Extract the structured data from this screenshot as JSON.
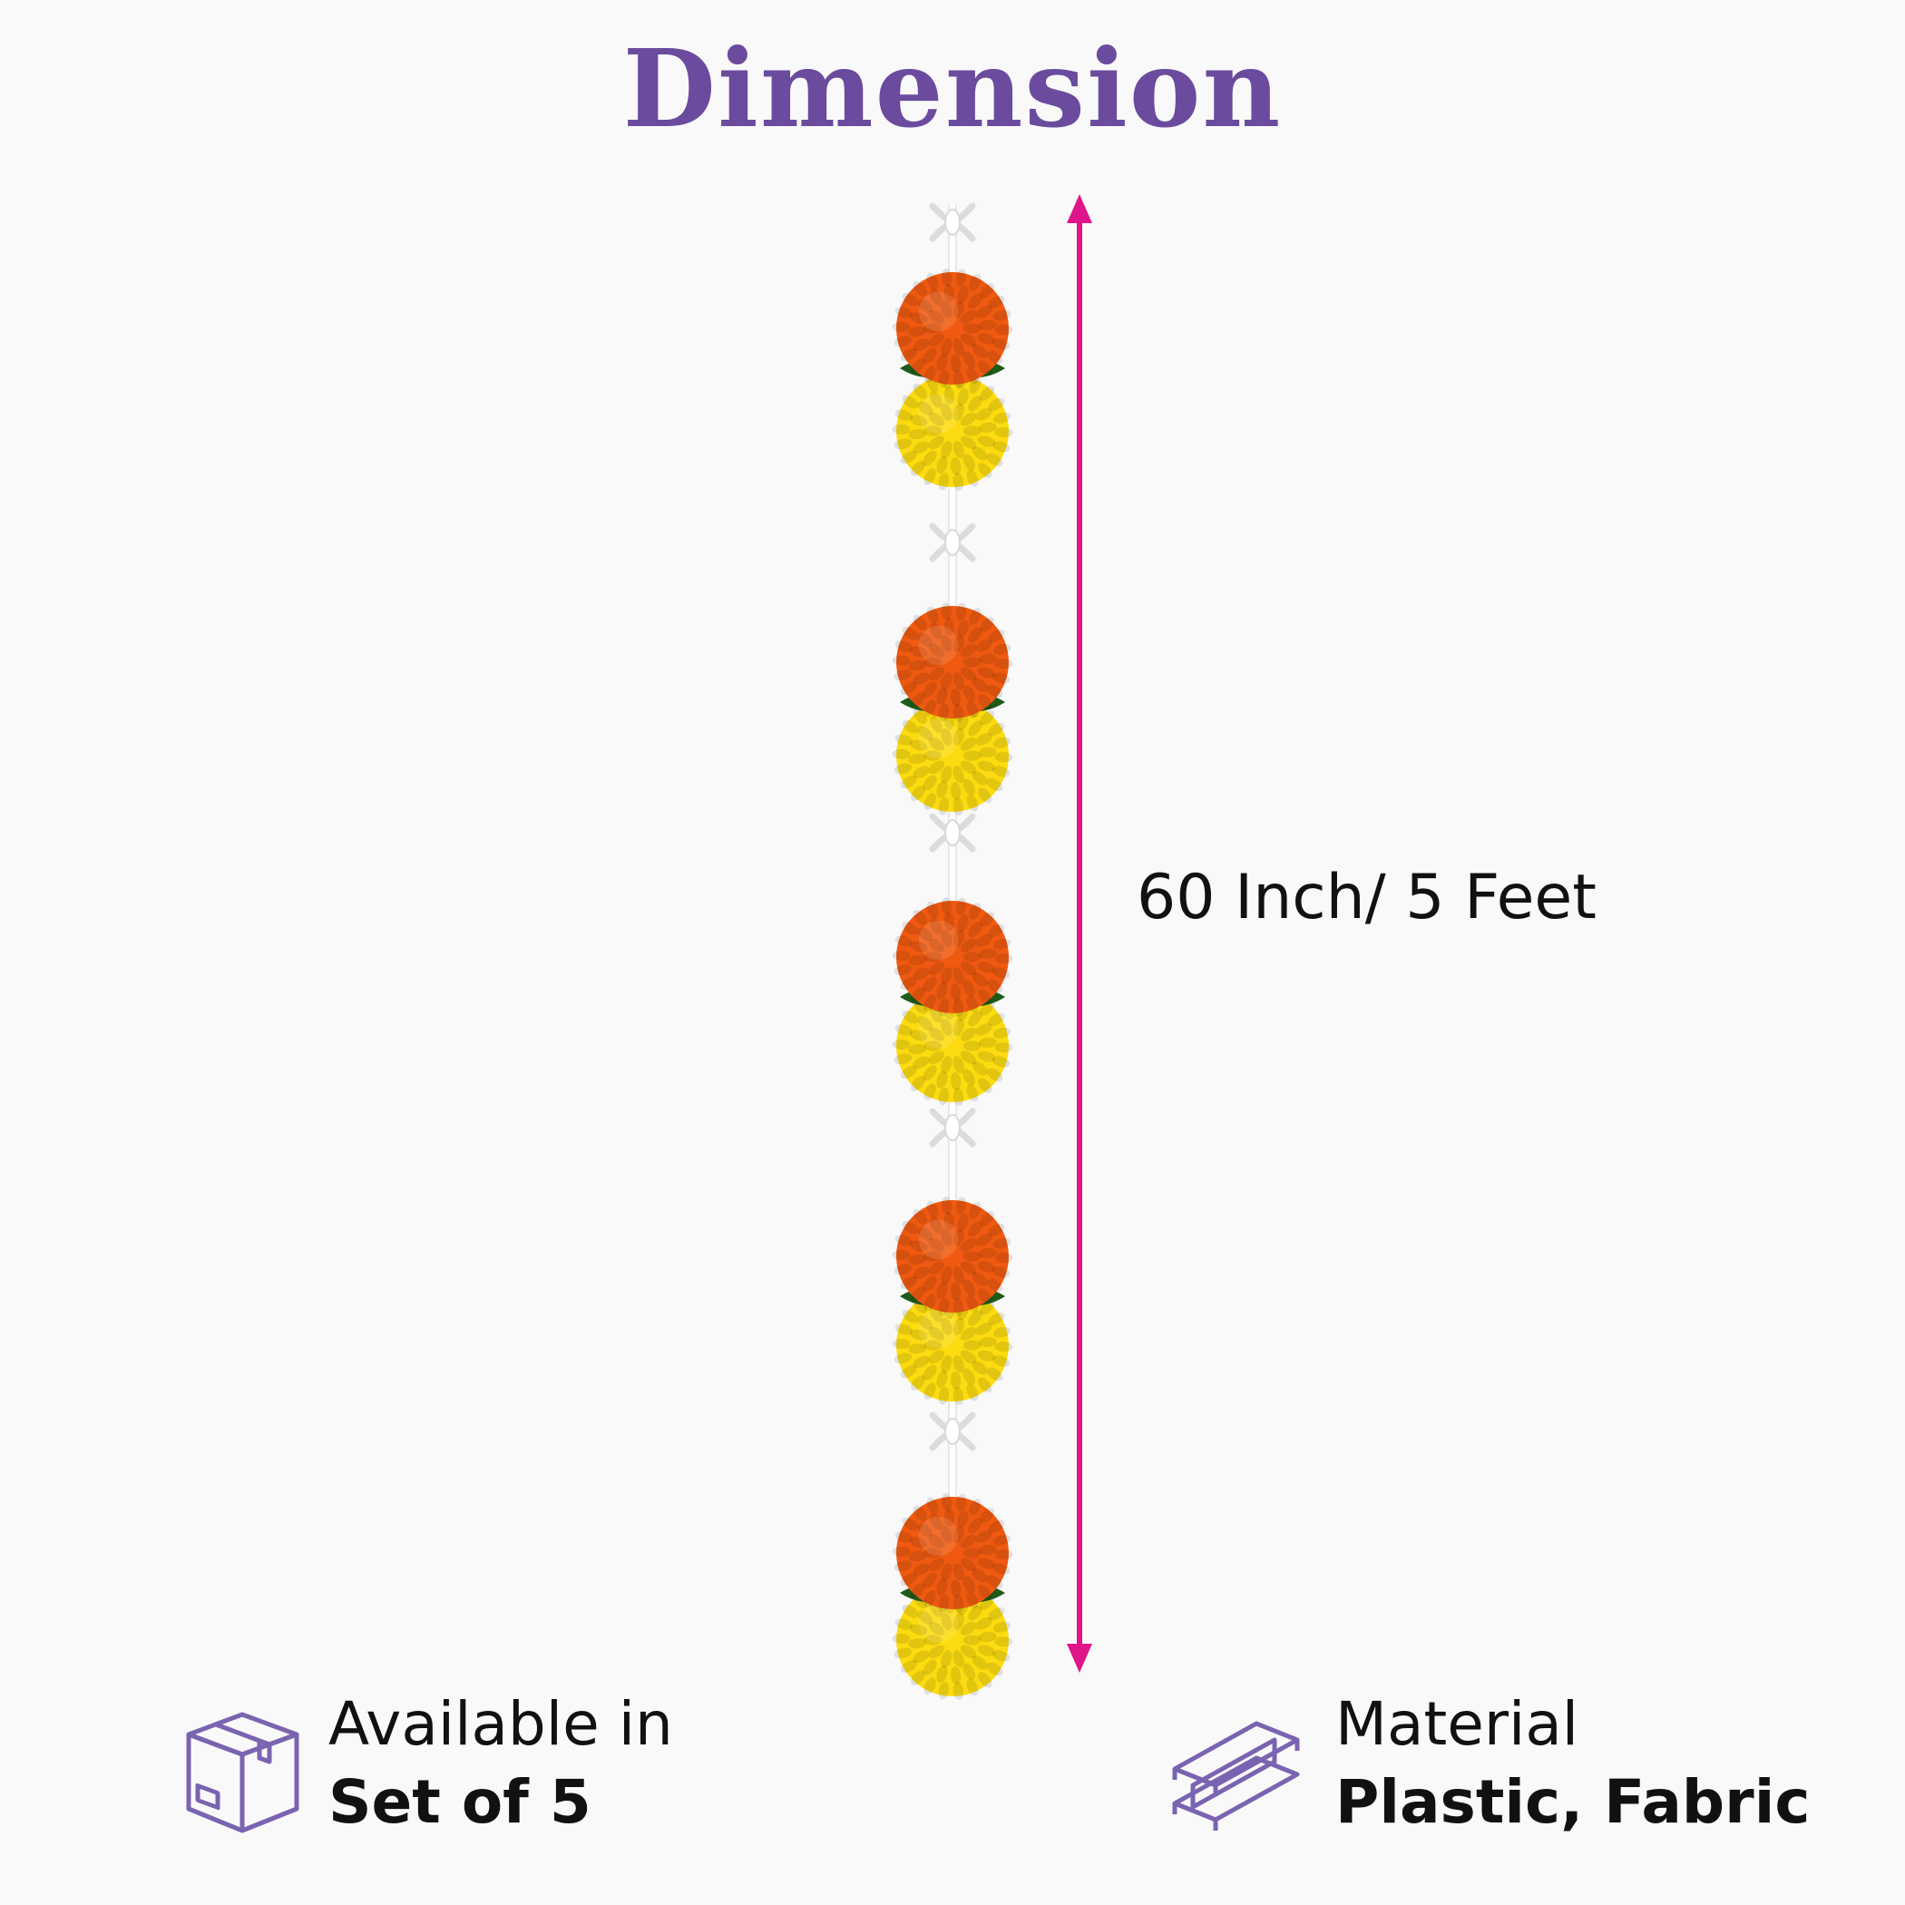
{
  "title": "Dimension",
  "dimension": {
    "label": "60 Inch/ 5 Feet",
    "arrow_color": "#e0158a"
  },
  "garland": {
    "groups": 5,
    "colors": {
      "orange": "#ef5a10",
      "yellow": "#fcdc10",
      "leaf": "#1f5a1a",
      "string": "#ffffff"
    }
  },
  "features": {
    "availability": {
      "line1": "Available in",
      "line2": "Set of 5",
      "icon": "box-icon"
    },
    "material": {
      "line1": "Material",
      "line2": "Plastic, Fabric",
      "icon": "steel-beam-icon"
    }
  },
  "colors": {
    "title": "#6a4b9e",
    "icon": "#7a63b0",
    "background": "#f9f9fa"
  }
}
